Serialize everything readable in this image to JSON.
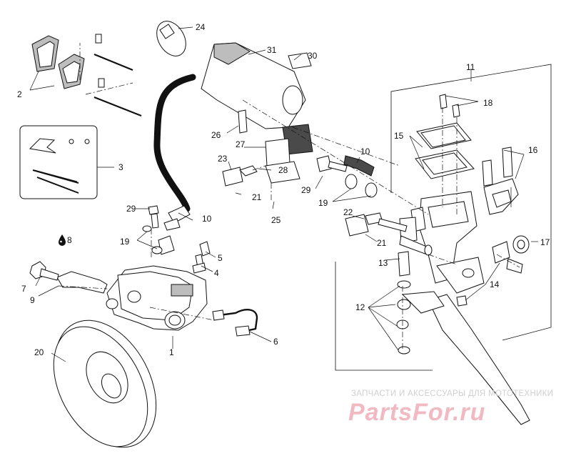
{
  "callouts": {
    "c1": "1",
    "c2": "2",
    "c3": "3",
    "c4": "4",
    "c5": "5",
    "c6": "6",
    "c7": "7",
    "c8": "8",
    "c9": "9",
    "c10a": "10",
    "c10b": "10",
    "c11": "11",
    "c12": "12",
    "c13": "13",
    "c14": "14",
    "c15": "15",
    "c16": "16",
    "c17": "17",
    "c18": "18",
    "c19a": "19",
    "c19b": "19",
    "c20": "20",
    "c21a": "21",
    "c21b": "21",
    "c22": "22",
    "c23": "23",
    "c24": "24",
    "c25": "25",
    "c26": "26",
    "c27": "27",
    "c28": "28",
    "c29a": "29",
    "c29b": "29",
    "c30": "30",
    "c31": "31"
  },
  "watermark": {
    "caption": "ЗАПЧАСТИ И АКСЕССУАРЫ ДЛЯ МОТОТЕХНИКИ",
    "logo": "PartsFor.ru"
  },
  "icons": {
    "drop": "oil-drop-icon"
  }
}
